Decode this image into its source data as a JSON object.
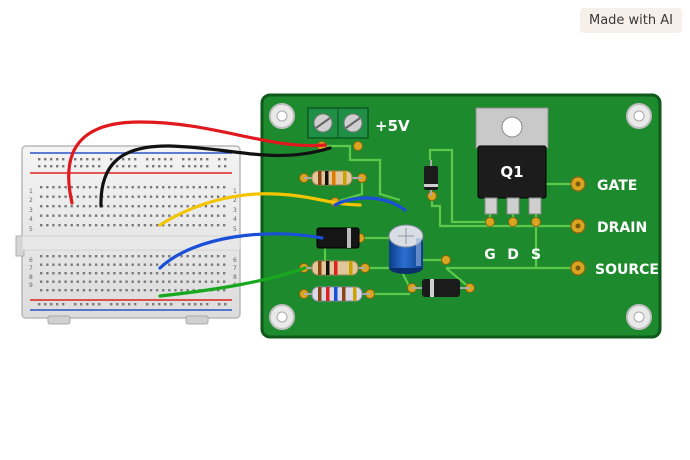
{
  "badge": {
    "text": "Made with AI"
  },
  "board": {
    "power_label": "+5V",
    "transistor_label": "Q1",
    "pin_labels": [
      "G",
      "D",
      "S"
    ],
    "terminal_labels": [
      "GATE",
      "DRAIN",
      "SOURCE"
    ],
    "breadboard_row_numbers": [
      "1",
      "2",
      "3",
      "4",
      "5",
      "6",
      "7",
      "8",
      "9"
    ]
  },
  "colors": {
    "pcb": "#1e8a2e",
    "pcb_edge": "#0f5a1a",
    "trace": "#5cc94a",
    "pad": "#d9a520",
    "wire_red": "#e0191e",
    "wire_black": "#111111",
    "wire_yellow": "#f5c400",
    "wire_blue": "#1a4fd6",
    "wire_green": "#18a81e"
  }
}
